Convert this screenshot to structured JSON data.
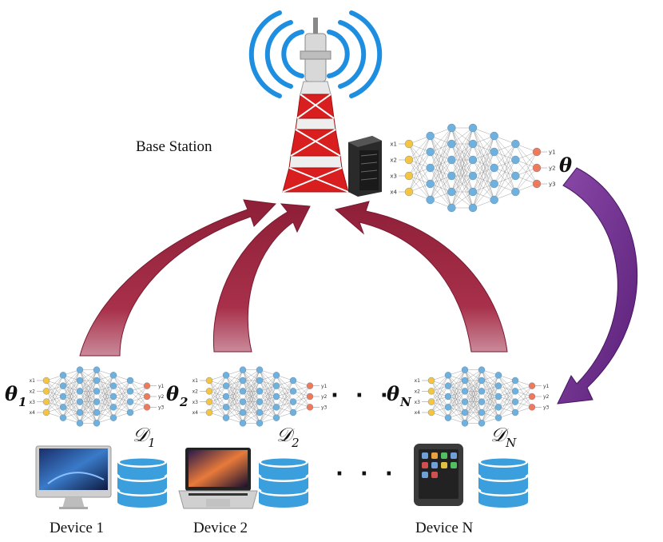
{
  "station_label": "Base Station",
  "server_theta": {
    "symbol": "θ",
    "sub": ""
  },
  "devices": [
    {
      "label": "Device 1",
      "theta": "θ",
      "theta_sub": "1",
      "dataset": "𝒟",
      "dataset_sub": "1",
      "device_icon": "desktop-imac-icon"
    },
    {
      "label": "Device 2",
      "theta": "θ",
      "theta_sub": "2",
      "dataset": "𝒟",
      "dataset_sub": "2",
      "device_icon": "laptop-icon"
    },
    {
      "label": "Device N",
      "theta": "θ",
      "theta_sub": "N",
      "dataset": "𝒟",
      "dataset_sub": "N",
      "device_icon": "ipod-icon"
    }
  ],
  "ellipsis": "· · ·",
  "nn_inputs": [
    "x1",
    "x2",
    "x3",
    "x4"
  ],
  "nn_outputs": [
    "y1",
    "y2",
    "y3"
  ],
  "colors": {
    "upload_arrow": "#a8304a",
    "broadcast_arrow": "#6b2e8a",
    "database": "#3a9fdc",
    "tower_red": "#d81e1e",
    "signal": "#1e8fe0",
    "nn_input": "#f5c542",
    "nn_hidden": "#6fb0dc",
    "nn_output": "#ee7a5a"
  }
}
